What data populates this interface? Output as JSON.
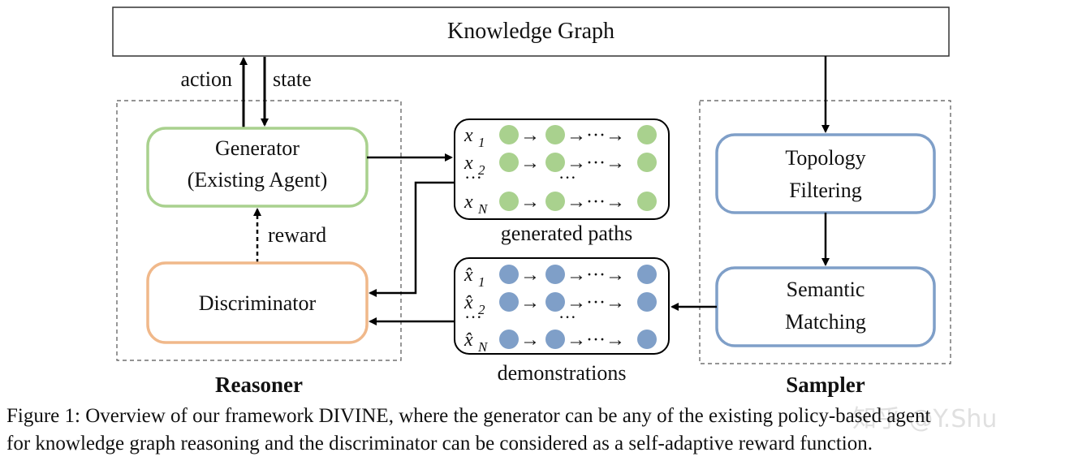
{
  "knowledge_graph": {
    "label": "Knowledge Graph"
  },
  "edges": {
    "action": "action",
    "state": "state",
    "reward": "reward"
  },
  "reasoner": {
    "title": "Reasoner",
    "generator_line1": "Generator",
    "generator_line2": "(Existing Agent)",
    "discriminator": "Discriminator"
  },
  "sampler": {
    "title": "Sampler",
    "topology_line1": "Topology",
    "topology_line2": "Filtering",
    "semantic_line1": "Semantic",
    "semantic_line2": "Matching"
  },
  "generated_paths": {
    "caption": "generated paths",
    "rows": [
      {
        "var": "x",
        "sub": "1"
      },
      {
        "var": "x",
        "sub": "2"
      },
      {
        "var": "x",
        "sub": "N"
      }
    ],
    "ellipsis": "···",
    "color": "#a9d18e"
  },
  "demonstrations": {
    "caption": "demonstrations",
    "rows": [
      {
        "var": "x̂",
        "sub": "1"
      },
      {
        "var": "x̂",
        "sub": "2"
      },
      {
        "var": "x̂",
        "sub": "N"
      }
    ],
    "ellipsis": "···",
    "color": "#7f9fc8"
  },
  "arrow_chain": "→ → ··· →",
  "caption_line1": "Figure 1: Overview of our framework DIVINE, where the generator can be any of the existing policy-based agent",
  "caption_line2": "for knowledge graph reasoning and the discriminator can be considered as a self-adaptive reward function.",
  "watermark": "知乎 @Y.Shu",
  "colors": {
    "generator_border": "#a9d18e",
    "discriminator_border": "#f0b88a",
    "sampler_border": "#7f9fc8",
    "green_node": "#a9d18e",
    "blue_node": "#7f9fc8"
  }
}
